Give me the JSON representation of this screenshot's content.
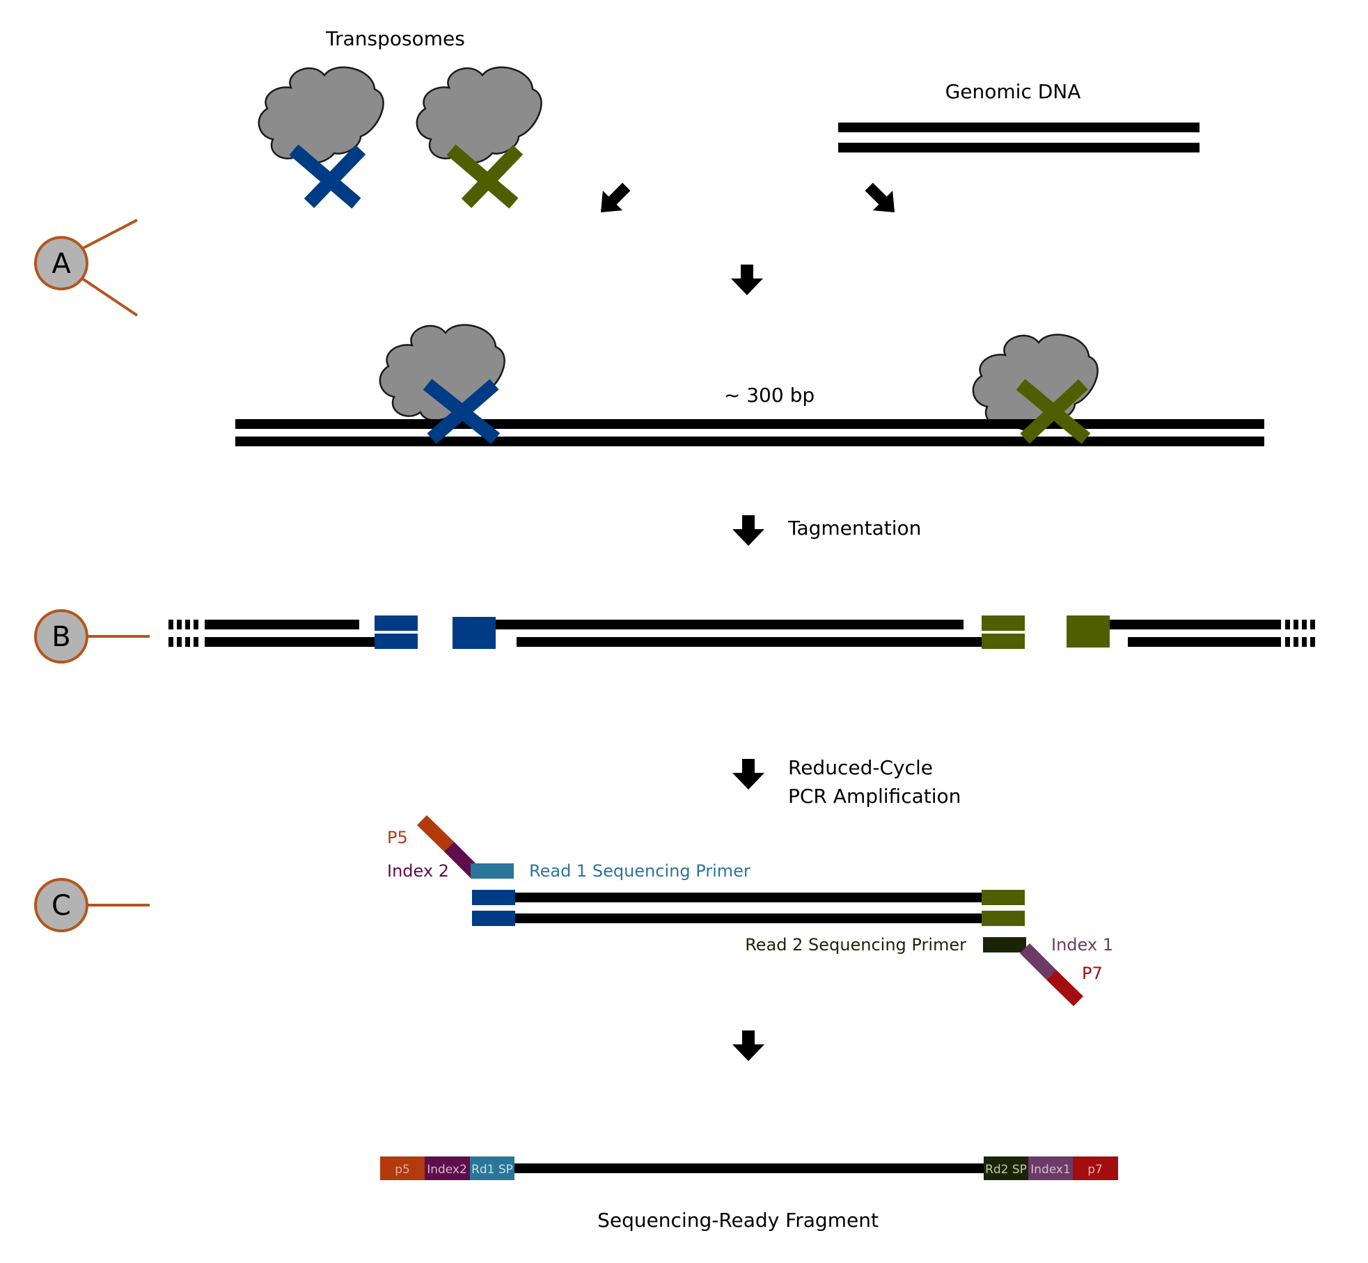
{
  "labels": {
    "transposomes": "Transposomes",
    "genomic_dna": "Genomic DNA",
    "fragment_size": "~ 300 bp",
    "tagmentation": "Tagmentation",
    "pcr_line1": "Reduced-Cycle",
    "pcr_line2": "PCR Amplification",
    "p5": "P5",
    "index2": "Index 2",
    "read1": "Read 1 Sequencing Primer",
    "read2": "Read 2 Sequencing Primer",
    "index1": "Index 1",
    "p7": "P7",
    "final": "Sequencing-Ready Fragment"
  },
  "steps": {
    "a": "A",
    "b": "B",
    "c": "C"
  },
  "segments": {
    "p5": "p5",
    "index2": "Index2",
    "rd1": "Rd1 SP",
    "rd2": "Rd2 SP",
    "index1": "Index1",
    "p7": "p7"
  },
  "colors": {
    "blue": "#003b85",
    "green": "#4f5f00",
    "protein": "#8c8c8c",
    "circle_fill": "#b3b3b3",
    "circle_line": "#b3561d",
    "p5": "#b23a0d",
    "index2": "#5e0e4b",
    "rd1": "#2a7698",
    "rd2": "#1a2508",
    "index1": "#6b3a66",
    "p7": "#a30d0f"
  }
}
